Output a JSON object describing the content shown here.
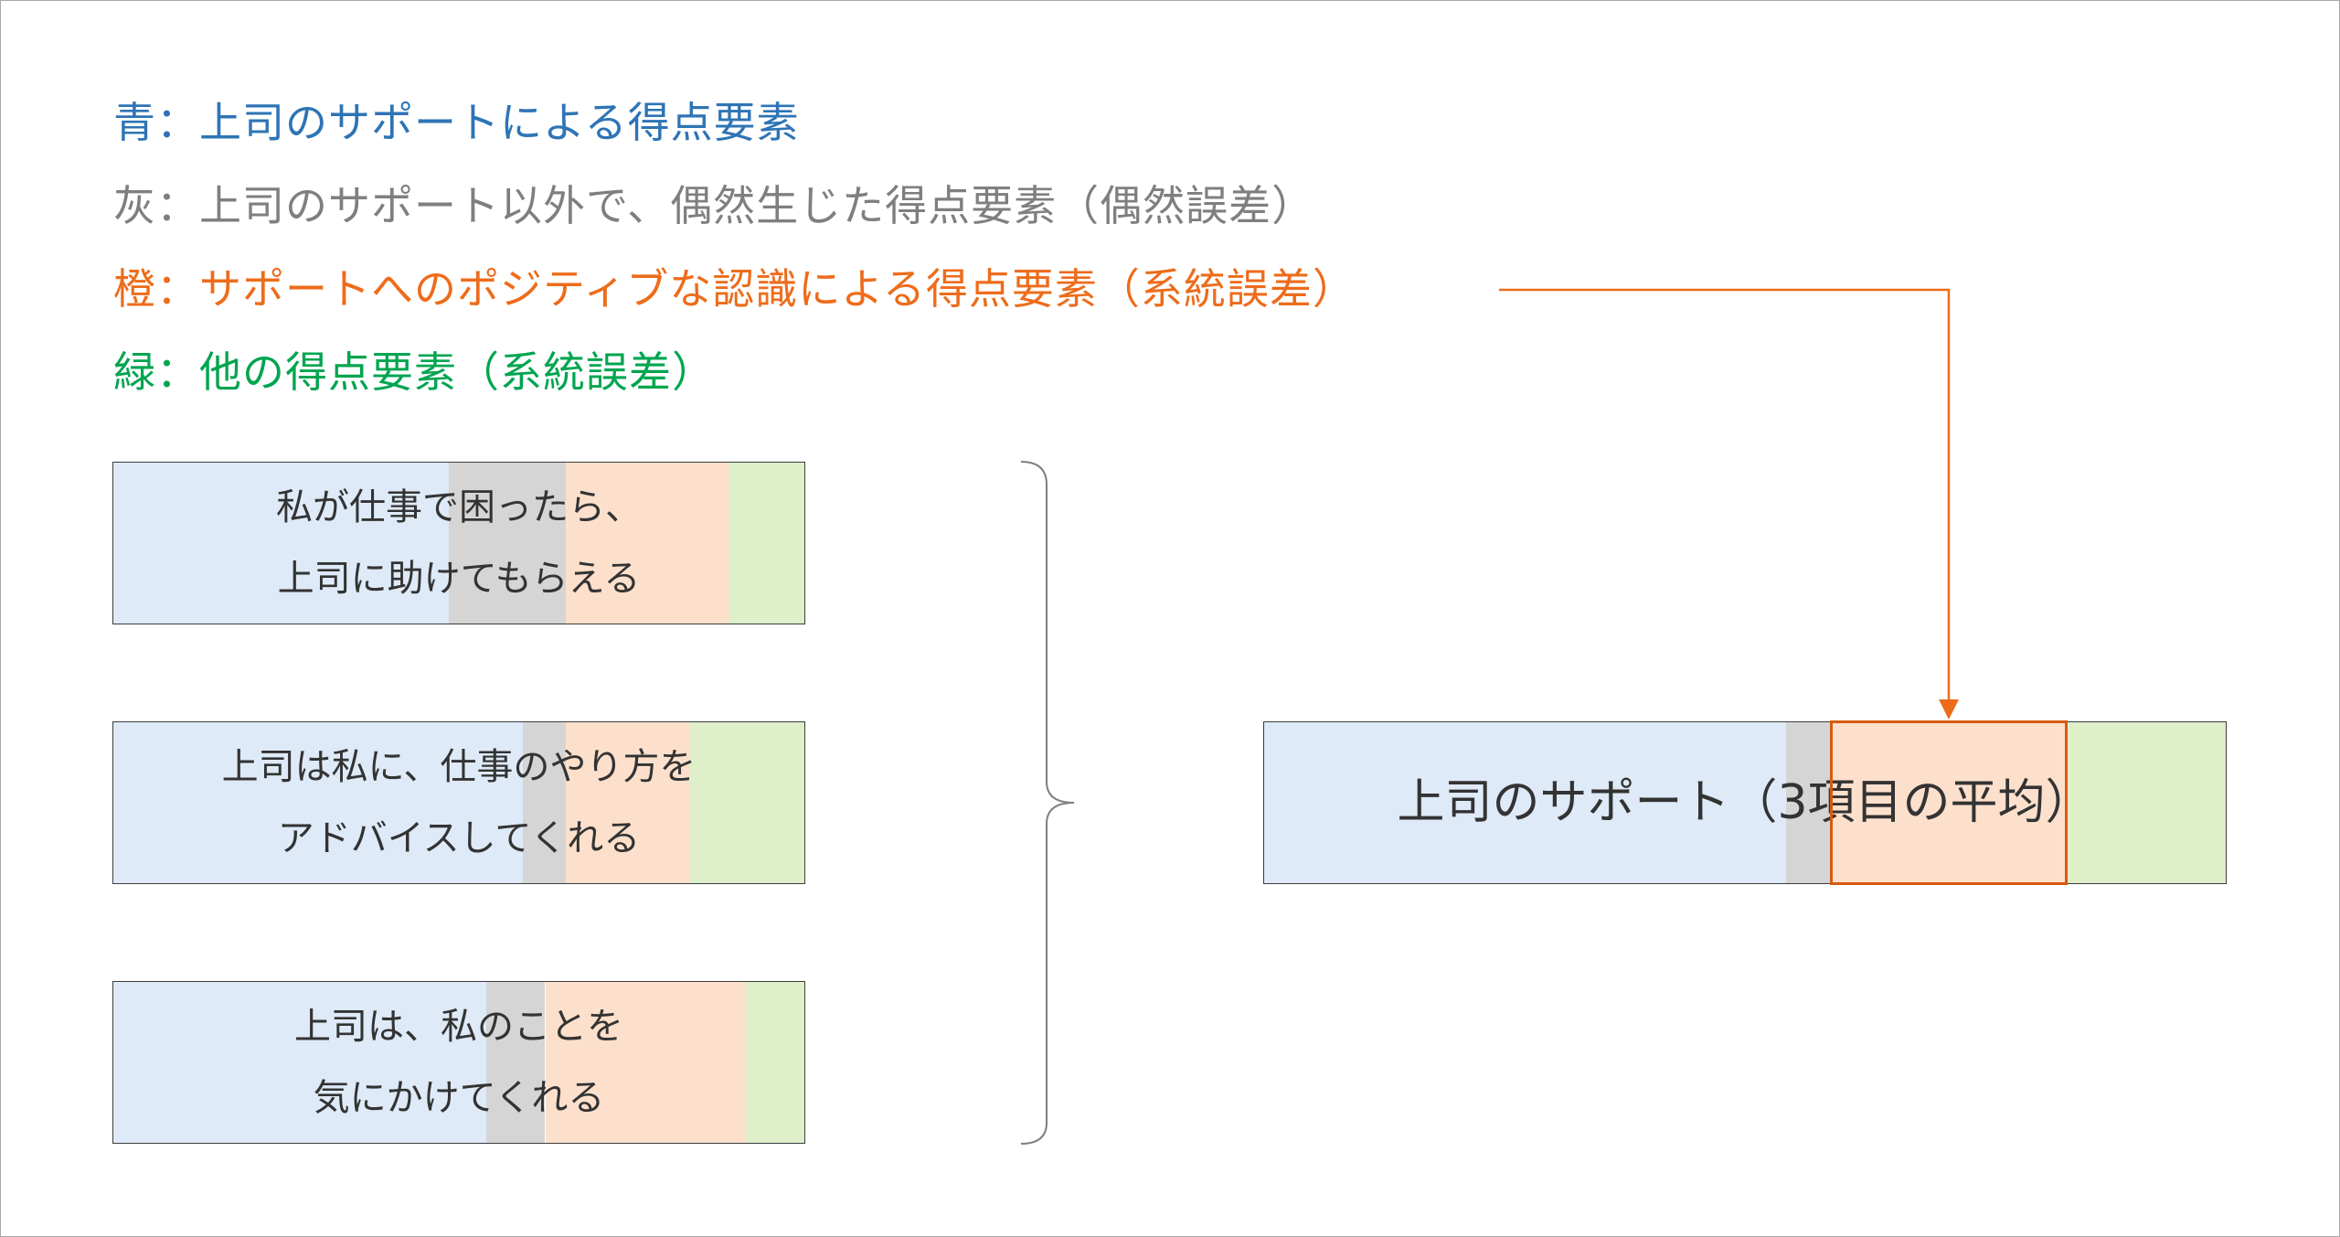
{
  "legend": [
    {
      "key": "blue",
      "label": "青：",
      "text": "上司のサポートによる得点要素",
      "color": "#2e74b5"
    },
    {
      "key": "gray",
      "label": "灰：",
      "text": "上司のサポート以外で、偶然生じた得点要素（偶然誤差）",
      "color": "#7f7f7f"
    },
    {
      "key": "orange",
      "label": "橙：",
      "text": "サポートへのポジティブな認識による得点要素（系統誤差）",
      "color": "#ed6c1b"
    },
    {
      "key": "green",
      "label": "緑：",
      "text": "他の得点要素（系統誤差）",
      "color": "#00a550"
    }
  ],
  "colors": {
    "blue_fill": "#deeaf7",
    "gray_fill": "#d5d5d5",
    "orange_fill": "#fde0cc",
    "green_fill": "#deefc9",
    "arrow": "#ed6c1b",
    "highlight_border": "#d65a10",
    "bracket": "#7f7f7f"
  },
  "items": [
    {
      "line1": "私が仕事で困ったら、",
      "line2": "上司に助けてもらえる",
      "shares": {
        "blue": 0.485,
        "gray": 0.17,
        "orange": 0.235,
        "green": 0.11
      }
    },
    {
      "line1": "上司は私に、仕事のやり方を",
      "line2": "アドバイスしてくれる",
      "shares": {
        "blue": 0.593,
        "gray": 0.062,
        "orange": 0.178,
        "green": 0.167
      }
    },
    {
      "line1": "上司は、私のことを",
      "line2": "気にかけてくれる",
      "shares": {
        "blue": 0.54,
        "gray": 0.085,
        "orange": 0.29,
        "green": 0.085
      }
    }
  ],
  "result": {
    "text": "上司のサポート（3項目の平均）",
    "shares": {
      "blue": 0.543,
      "gray": 0.046,
      "orange": 0.245,
      "green": 0.166
    }
  }
}
